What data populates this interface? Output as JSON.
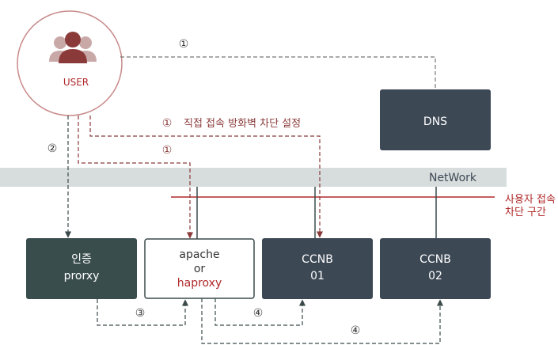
{
  "user": {
    "label": "USER"
  },
  "network": {
    "label": "NetWork"
  },
  "boxes": {
    "dns": {
      "label": "DNS"
    },
    "auth_proxy": {
      "line1": "인증",
      "line2": "prorxy"
    },
    "apache": {
      "line1": "apache",
      "line2": "or",
      "line3": "haproxy"
    },
    "ccnb01": {
      "line1": "CCNB",
      "line2": "01"
    },
    "ccnb02": {
      "line1": "CCNB",
      "line2": "02"
    }
  },
  "annotations": {
    "step1_dns": "①",
    "step1_firewall": "①",
    "firewall_note": "직접 접속 방화벽 차단 설정",
    "step1_apache": "①",
    "step2": "②",
    "step3": "③",
    "step4_ccnb01": "④",
    "step4_ccnb02": "④",
    "block_line1": "사용자 접속",
    "block_line2": "차단 구간"
  },
  "colors": {
    "dark_teal": "#3a4d4d",
    "dark_slate": "#3d4855",
    "network_band": "#d7dcdc",
    "accent_red": "#b0282a",
    "note_red": "#8b3a3a",
    "user_icon": "#8b3a3a",
    "user_icon_bg": "#c9a8a8"
  }
}
